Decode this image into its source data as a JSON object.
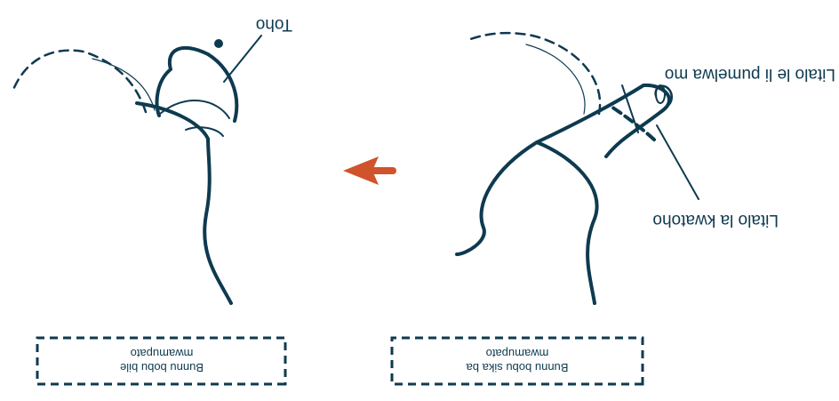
{
  "diagram": {
    "orientation": "rotated-180",
    "colors": {
      "outline": "#0e3a4f",
      "accent": "#d0532b",
      "background": "#ffffff"
    },
    "left_panel": {
      "label_tip": "Toho",
      "caption_line1": "Bunnu bobu bile",
      "caption_line2": "mwamupato"
    },
    "right_panel": {
      "label_cut_line": "Litalo le li pumelwa mo",
      "label_foreskin": "Litalo la kwatoho",
      "caption_line1": "Bunnu bobu sika ba",
      "caption_line2": "mwamupato"
    },
    "arrow": {
      "direction": "toward-left-panel",
      "color": "#d0532b"
    }
  }
}
